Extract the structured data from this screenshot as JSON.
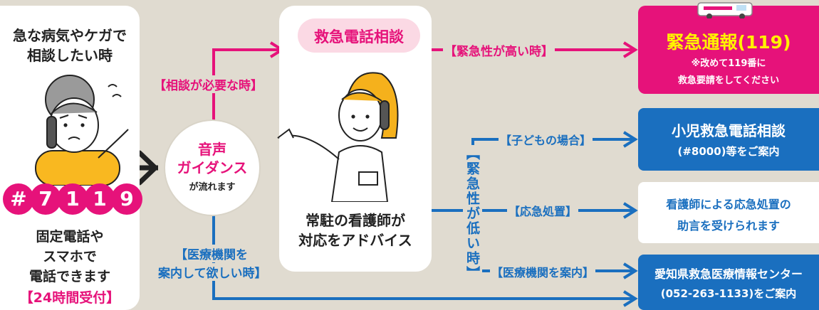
{
  "left_card": {
    "heading_line1": "急な病気やケガで",
    "heading_line2": "相談したい時",
    "number_digits": [
      "#",
      "7",
      "1",
      "1",
      "9"
    ],
    "body_line1": "固定電話や",
    "body_line2": "スマホで",
    "body_line3": "電話できます",
    "hours": "【24時間受付】"
  },
  "guidance": {
    "line1": "音声",
    "line2": "ガイダンス",
    "line3": "が流れます"
  },
  "branch_labels": {
    "consult_needed": "【相談が必要な時】",
    "facility_line1": "【医療機関を",
    "facility_line2": "案内して欲しい時】"
  },
  "center_card": {
    "title": "救急電話相談",
    "body_line1": "常駐の看護師が",
    "body_line2": "対応をアドバイス"
  },
  "urgency": {
    "high": "【緊急性が高い時】",
    "low": "【緊急性が低い時】",
    "child": "【子どもの場合】",
    "first_aid": "【応急処置】",
    "facility": "【医療機関を案内】"
  },
  "outcomes": {
    "emergency_title": "緊急通報(119)",
    "emergency_note1": "※改めて119番に",
    "emergency_note2": "救急要請をしてください",
    "child_title": "小児救急電話相談",
    "child_sub": "(#8000)等をご案内",
    "firstaid_line1": "看護師による応急処置の",
    "firstaid_line2": "助言を受けられます",
    "center_title": "愛知県救急医療情報センター",
    "center_sub": "(052-263-1133)をご案内"
  },
  "colors": {
    "pink": "#e6127a",
    "blue": "#1a6fbf",
    "background": "#e0dbd0",
    "card": "#ffffff",
    "title_pill": "#fbd9e4"
  },
  "icons": {
    "caller": "worried-woman-on-phone-illustration",
    "nurse": "nurse-on-phone-illustration",
    "ambulance": "ambulance-icon"
  }
}
